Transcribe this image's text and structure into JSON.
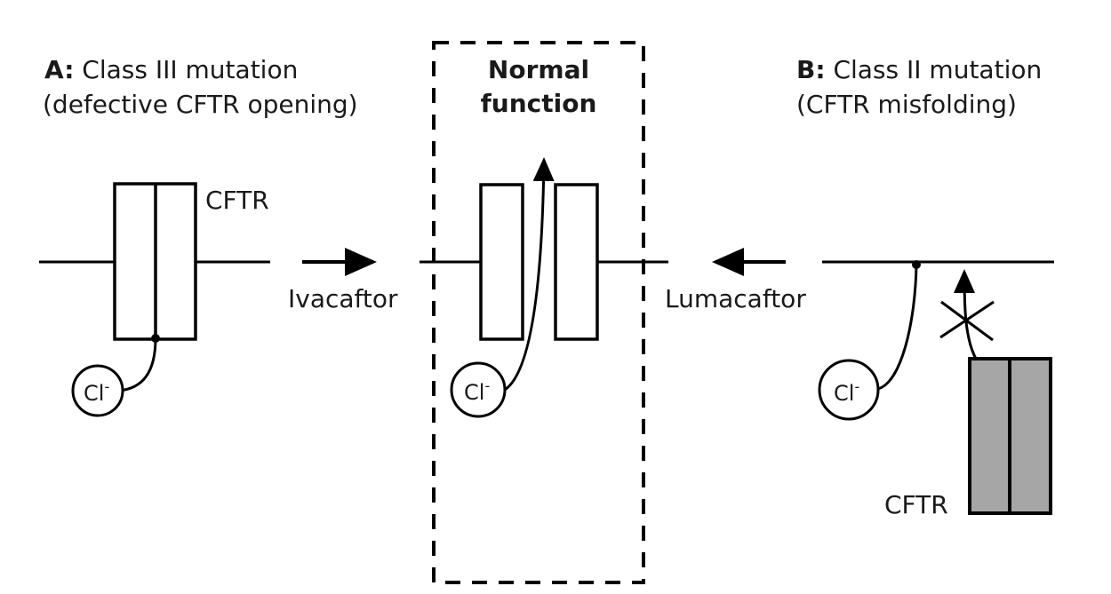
{
  "panel_a": {
    "prefix": "A:",
    "title": " Class III mutation",
    "subtitle": "(defective CFTR opening)",
    "protein_label": "CFTR",
    "ion_label": "Cl",
    "ion_charge": "-"
  },
  "normal": {
    "title_line1": "Normal",
    "title_line2": "function",
    "ion_label": "Cl",
    "ion_charge": "-"
  },
  "panel_b": {
    "prefix": "B:",
    "title": " Class II mutation",
    "subtitle": "(CFTR misfolding)",
    "protein_label": "CFTR",
    "ion_label": "Cl",
    "ion_charge": "-"
  },
  "drugs": {
    "left": "Ivacaftor",
    "right": "Lumacaftor"
  },
  "colors": {
    "stroke": "#000000",
    "misfolded_fill": "#a6a6a6",
    "text": "#1a1a1a"
  }
}
